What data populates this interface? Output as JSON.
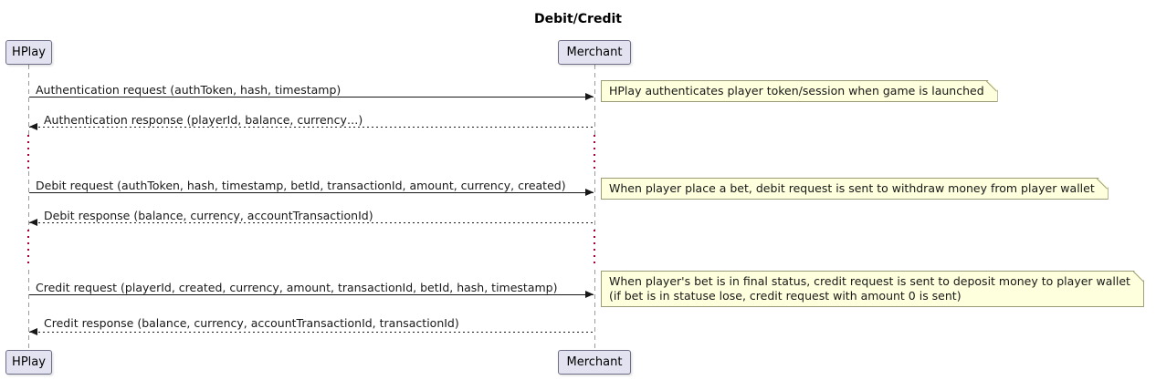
{
  "title": "Debit/Credit",
  "participants": {
    "left": "HPlay",
    "right": "Merchant"
  },
  "messages": [
    {
      "label": "Authentication request (authToken, hash, timestamp)",
      "direction": "right",
      "style": "solid"
    },
    {
      "label": "Authentication response (playerId, balance, currency…)",
      "direction": "left",
      "style": "dashed"
    },
    {
      "label": "Debit request (authToken, hash, timestamp, betId, transactionId, amount, currency, created)",
      "direction": "right",
      "style": "solid"
    },
    {
      "label": "Debit response (balance, currency, accountTransactionId)",
      "direction": "left",
      "style": "dashed"
    },
    {
      "label": "Credit request (playerId, created, currency, amount, transactionId, betId, hash, timestamp)",
      "direction": "right",
      "style": "solid"
    },
    {
      "label": "Credit response (balance, currency, accountTransactionId, transactionId)",
      "direction": "left",
      "style": "dashed"
    }
  ],
  "notes": [
    {
      "lines": [
        "HPlay authenticates player token/session when game is launched"
      ]
    },
    {
      "lines": [
        "When player place a bet, debit request is sent to withdraw money from player wallet"
      ]
    },
    {
      "lines": [
        "When player's bet is in final status, credit request is sent to deposit money to player wallet",
        "(if bet is in statuse lose, credit request with amount 0 is sent)"
      ]
    }
  ],
  "colors": {
    "participant_fill": "#E2E2F0",
    "participant_border": "#6e6e87",
    "note_fill": "#FEFFDD",
    "note_border": "#9b9b77",
    "message_line": "#181818",
    "lifeline": "#9a9a9a",
    "delay_dots": "#A80036"
  }
}
